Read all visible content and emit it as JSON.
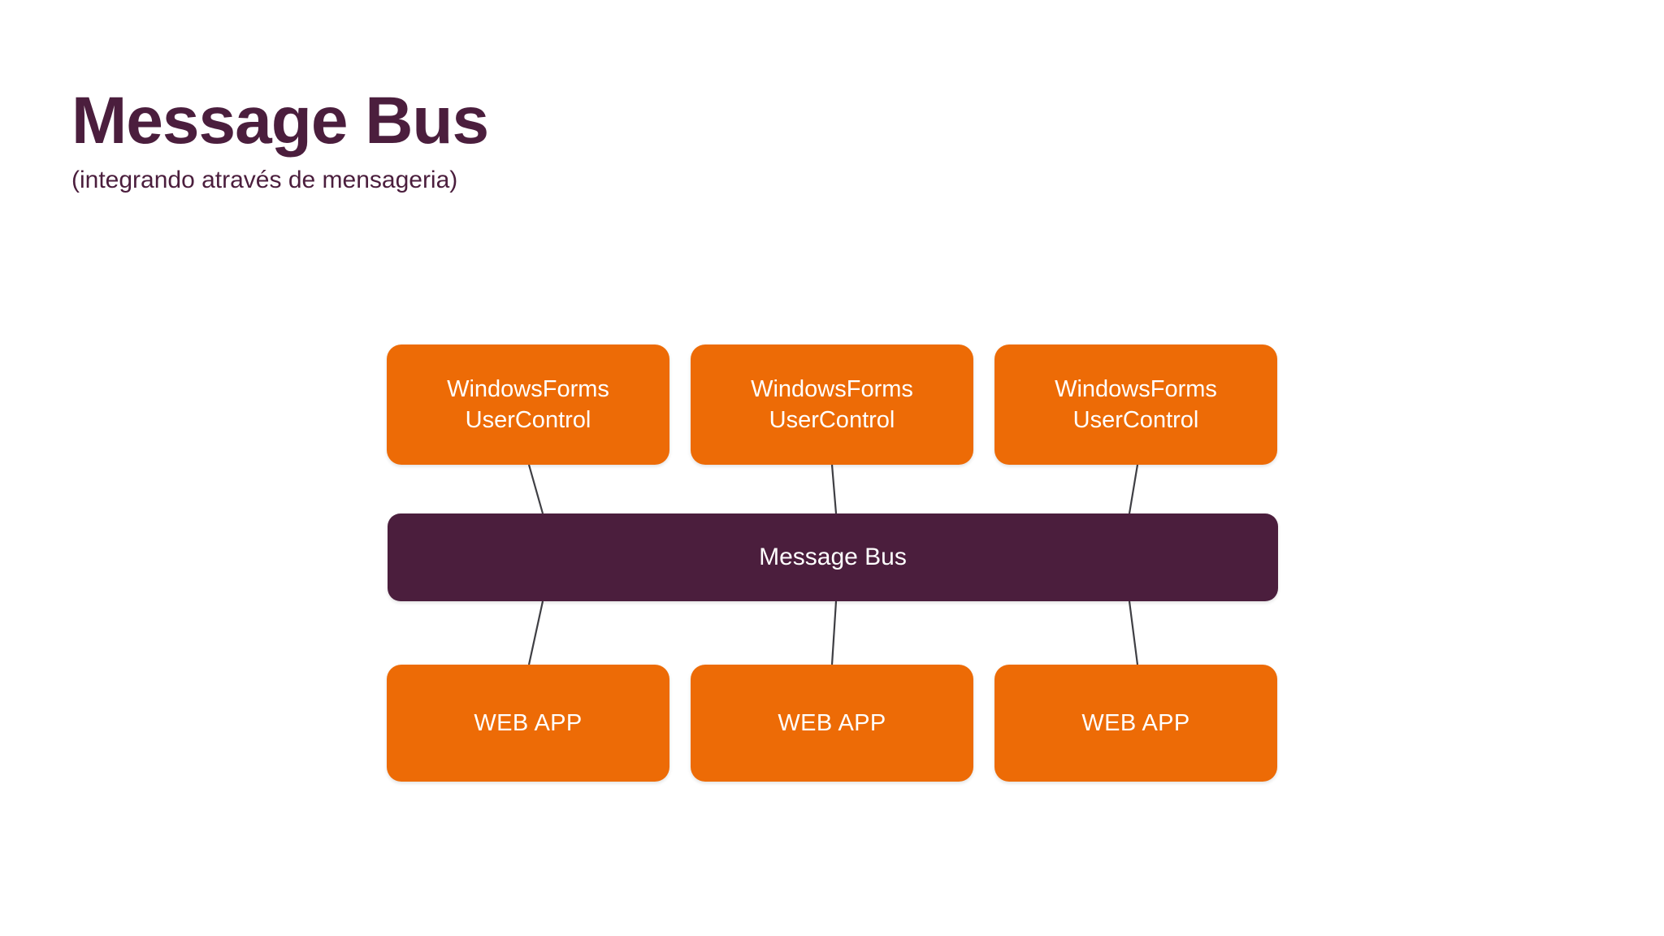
{
  "slide": {
    "title": "Message Bus",
    "subtitle": "(integrando através de mensageria)",
    "background_color": "#FFFFFF"
  },
  "theme": {
    "title_color": "#4B1E3D",
    "node_orange": "#ED6B06",
    "bus_purple": "#4B1E3D",
    "node_text_color": "#FFFFFF",
    "connector_color": "#3F3F44"
  },
  "diagram": {
    "type": "block-diagram",
    "top_row": [
      {
        "label": "WindowsForms\nUserControl",
        "line1": "WindowsForms",
        "line2": "UserControl"
      },
      {
        "label": "WindowsForms\nUserControl",
        "line1": "WindowsForms",
        "line2": "UserControl"
      },
      {
        "label": "WindowsForms\nUserControl",
        "line1": "WindowsForms",
        "line2": "UserControl"
      }
    ],
    "bus": {
      "label": "Message Bus"
    },
    "bottom_row": [
      {
        "label": "WEB APP"
      },
      {
        "label": "WEB APP"
      },
      {
        "label": "WEB APP"
      }
    ],
    "connections": [
      {
        "from": "top-node-1",
        "to": "message-bus"
      },
      {
        "from": "top-node-2",
        "to": "message-bus"
      },
      {
        "from": "top-node-3",
        "to": "message-bus"
      },
      {
        "from": "message-bus",
        "to": "bottom-node-1"
      },
      {
        "from": "message-bus",
        "to": "bottom-node-2"
      },
      {
        "from": "message-bus",
        "to": "bottom-node-3"
      }
    ]
  }
}
